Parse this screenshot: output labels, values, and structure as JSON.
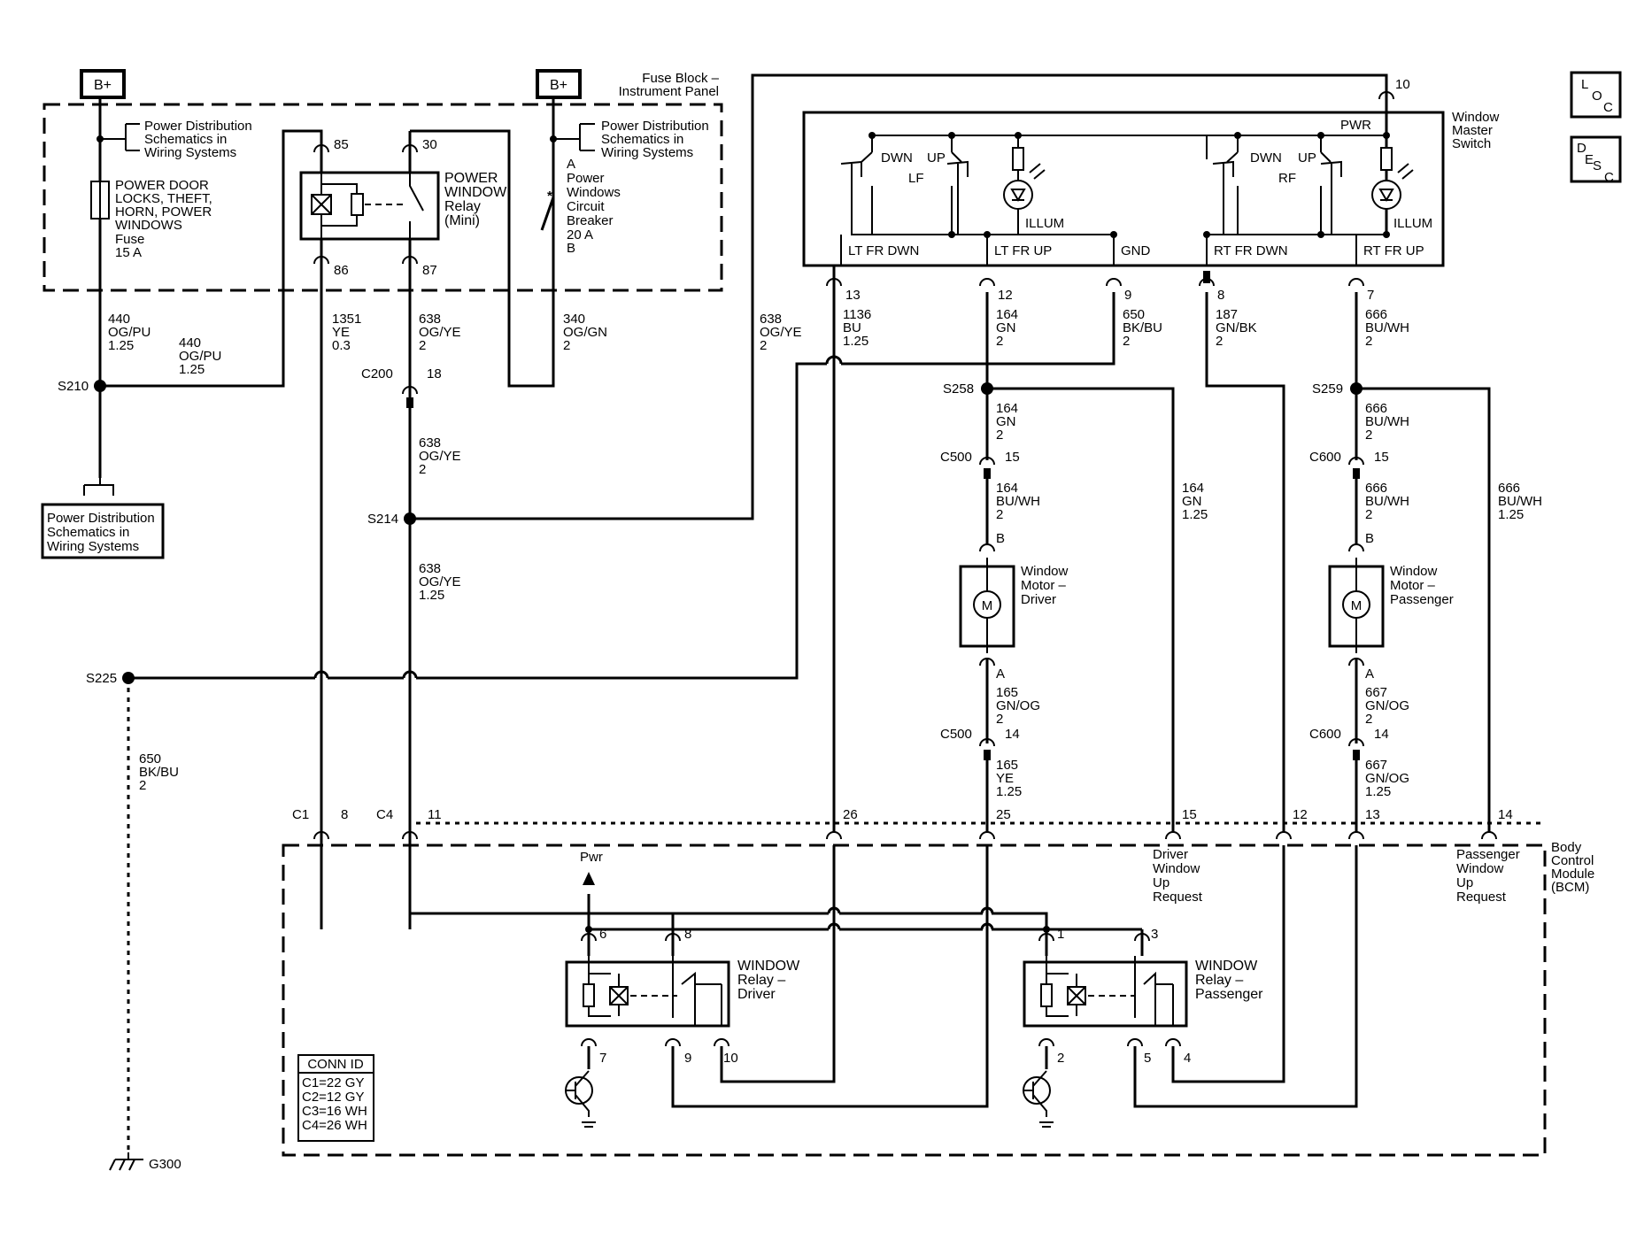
{
  "power": {
    "bplus": "B+"
  },
  "fuse_block": {
    "line1": "Fuse Block –",
    "line2": "Instrument Panel"
  },
  "pds_ref": {
    "line1": "Power Distribution",
    "line2": "Schematics in",
    "line3": "Wiring  Systems"
  },
  "pds_box": {
    "line1": "Power Distribution",
    "line2": "Schematics in",
    "line3": "Wiring Systems"
  },
  "fuse": {
    "line1": "POWER DOOR",
    "line2": "LOCKS, THEFT,",
    "line3": "HORN, POWER",
    "line4": "WINDOWS",
    "line5": "Fuse",
    "line6": "15 A"
  },
  "pw_relay": {
    "line1": "POWER",
    "line2": "WINDOW",
    "line3": "Relay",
    "line4": "(Mini)",
    "pin85": "85",
    "pin30": "30",
    "pin86": "86",
    "pin87": "87"
  },
  "breaker": {
    "pinA": "A",
    "line1": "Power",
    "line2": "Windows",
    "line3": "Circuit",
    "line4": "Breaker",
    "line5": "20 A",
    "pinB": "B"
  },
  "wires": {
    "w440a": {
      "c": "440",
      "col": "OG/PU",
      "g": "1.25"
    },
    "w440b": {
      "c": "440",
      "col": "OG/PU",
      "g": "1.25"
    },
    "w1351": {
      "c": "1351",
      "col": "YE",
      "g": "0.3"
    },
    "w638a": {
      "c": "638",
      "col": "OG/YE",
      "g": "2"
    },
    "w638b": {
      "c": "638",
      "col": "OG/YE",
      "g": "2"
    },
    "w638c": {
      "c": "638",
      "col": "OG/YE",
      "g": "1.25"
    },
    "w638d": {
      "c": "638",
      "col": "OG/YE",
      "g": "2"
    },
    "w340": {
      "c": "340",
      "col": "OG/GN",
      "g": "2"
    },
    "w1136": {
      "c": "1136",
      "col": "BU",
      "g": "1.25"
    },
    "w164a": {
      "c": "164",
      "col": "GN",
      "g": "2"
    },
    "w650a": {
      "c": "650",
      "col": "BK/BU",
      "g": "2"
    },
    "w187": {
      "c": "187",
      "col": "GN/BK",
      "g": "2"
    },
    "w666a": {
      "c": "666",
      "col": "BU/WH",
      "g": "2"
    },
    "w164b": {
      "c": "164",
      "col": "GN",
      "g": "2"
    },
    "w164c": {
      "c": "164",
      "col": "BU/WH",
      "g": "2"
    },
    "w164d": {
      "c": "164",
      "col": "GN",
      "g": "1.25"
    },
    "w165a": {
      "c": "165",
      "col": "GN/OG",
      "g": "2"
    },
    "w165b": {
      "c": "165",
      "col": "YE",
      "g": "1.25"
    },
    "w666b": {
      "c": "666",
      "col": "BU/WH",
      "g": "2"
    },
    "w666c": {
      "c": "666",
      "col": "BU/WH",
      "g": "2"
    },
    "w666d": {
      "c": "666",
      "col": "BU/WH",
      "g": "1.25"
    },
    "w667a": {
      "c": "667",
      "col": "GN/OG",
      "g": "2"
    },
    "w667b": {
      "c": "667",
      "col": "GN/OG",
      "g": "1.25"
    },
    "w650b": {
      "c": "650",
      "col": "BK/BU",
      "g": "2"
    }
  },
  "splices": {
    "s210": "S210",
    "s214": "S214",
    "s225": "S225",
    "s258": "S258",
    "s259": "S259"
  },
  "connectors": {
    "c200": "C200",
    "c200pin": "18",
    "c500": "C500",
    "c500a": "15",
    "c500b": "14",
    "c600": "C600",
    "c600a": "15",
    "c600b": "14",
    "c1": "C1",
    "c4": "C4"
  },
  "master_switch": {
    "line1": "Window",
    "line2": "Master",
    "line3": "Switch",
    "pwr": "PWR",
    "pin10": "10",
    "dwn": "DWN",
    "up": "UP",
    "lf": "LF",
    "rf": "RF",
    "illum": "ILLUM",
    "lt_dwn": "LT FR DWN",
    "lt_up": "LT FR UP",
    "gnd": "GND",
    "rt_dwn": "RT FR DWN",
    "rt_up": "RT FR UP",
    "p13": "13",
    "p12": "12",
    "p9": "9",
    "p8": "8",
    "p7": "7"
  },
  "motor_driver": {
    "line1": "Window",
    "line2": "Motor –",
    "line3": "Driver",
    "pinB": "B",
    "pinA": "A",
    "m": "M"
  },
  "motor_pass": {
    "line1": "Window",
    "line2": "Motor –",
    "line3": "Passenger",
    "pinB": "B",
    "pinA": "A",
    "m": "M"
  },
  "bcm": {
    "line1": "Body",
    "line2": "Control",
    "line3": "Module",
    "line4": "(BCM)",
    "p8": "8",
    "p11": "11",
    "p26": "26",
    "p25": "25",
    "p15": "15",
    "p12": "12",
    "p13": "13",
    "p14": "14",
    "drv_req": {
      "line1": "Driver",
      "line2": "Window",
      "line3": "Up",
      "line4": "Request"
    },
    "pas_req": {
      "line1": "Passenger",
      "line2": "Window",
      "line3": "Up",
      "line4": "Request"
    },
    "pwr": "Pwr"
  },
  "relay_driver": {
    "line1": "WINDOW",
    "line2": "Relay –",
    "line3": "Driver",
    "p6": "6",
    "p8": "8",
    "p7": "7",
    "p9": "9",
    "p10": "10"
  },
  "relay_pass": {
    "line1": "WINDOW",
    "line2": "Relay –",
    "line3": "Passenger",
    "p1": "1",
    "p3": "3",
    "p2": "2",
    "p5": "5",
    "p4": "4"
  },
  "conn_id": {
    "title": "CONN ID",
    "c1": "C1=22 GY",
    "c2": "C2=12 GY",
    "c3": "C3=16 WH",
    "c4": "C4=26 WH"
  },
  "ground": {
    "g300": "G300"
  },
  "loc": {
    "l": "L",
    "o": "O",
    "c": "C"
  },
  "desc": {
    "d": "D",
    "e": "E",
    "s": "S",
    "c": "C"
  }
}
